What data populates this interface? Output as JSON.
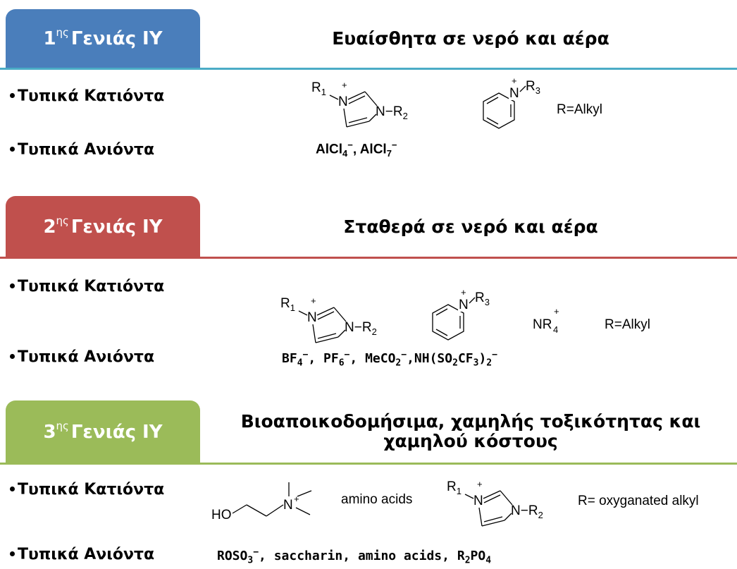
{
  "sections": [
    {
      "tab": {
        "prefix": "1",
        "sup": "ης",
        "label": "Γενιάς ΙΥ",
        "color": "#4a7ebb"
      },
      "rule_color": "#4bacc6",
      "title": "Ευαίσθητα σε νερό και αέρα",
      "cations_label": "Τυπικά Κατιόντα",
      "anions_label": "Τυπικά Ανιόντα",
      "r_label": "R=Alkyl",
      "anions": {
        "a1": "AlCl",
        "a1_sub": "4",
        "a1_sup": "−",
        "sep": ", ",
        "a2": "AlCl",
        "a2_sub": "7",
        "a2_sup": "−"
      }
    },
    {
      "tab": {
        "prefix": "2",
        "sup": "ης",
        "label": "Γενιάς ΙΥ",
        "color": "#c0504d"
      },
      "rule_color": "#c0504d",
      "title": "Σταθερά σε νερό και αέρα",
      "cations_label": "Τυπικά Κατιόντα",
      "anions_label": "Τυπικά Ανιόντα",
      "r_label": "R=Alkyl",
      "ammonium": {
        "base": "NR",
        "sub": "4",
        "sup": "+"
      },
      "anions": {
        "a1": "BF",
        "a1_sub": "4",
        "a1_sup": "−",
        "sep1": ", ",
        "a2": "PF",
        "a2_sub": "6",
        "a2_sup": "−",
        "sep2": ", ",
        "a3": "MeCO",
        "a3_sub": "2",
        "a3_sup": "−",
        "sep3": ",",
        "a4": "NH(SO",
        "a4_sub1": "2",
        "a4_mid": "CF",
        "a4_sub2": "3",
        "a4_close": ")",
        "a4_sub3": "2",
        "a4_sup": "−"
      }
    },
    {
      "tab": {
        "prefix": "3",
        "sup": "ης",
        "label": "Γενιάς ΙΥ",
        "color": "#9bbb59"
      },
      "rule_color": "#9bbb59",
      "title_line1": "Βιοαποικοδομήσιμα, χαμηλής τοξικότητας και",
      "title_line2": "χαμηλού κόστους",
      "cations_label": "Τυπικά Κατιόντα",
      "anions_label": "Τυπικά Ανιόντα",
      "amino_acids": "amino acids",
      "r_label": "R= oxyganated alkyl",
      "anions": {
        "a1": "ROSO",
        "a1_sub": "3",
        "a1_sup": "−",
        "sep1": ", ",
        "a2": "saccharin",
        "sep2": ",  ",
        "a3": "amino acids",
        "sep3": ",  ",
        "a4": "R",
        "a4_sub1": "2",
        "a4_mid": "PO",
        "a4_sub2": "4"
      }
    }
  ],
  "labels": {
    "R1": "R",
    "R1_sub": "1",
    "R2": "R",
    "R2_sub": "2",
    "R3": "R",
    "R3_sub": "3",
    "N": "N",
    "plus": "+",
    "dash": "−",
    "HO": "HO"
  }
}
